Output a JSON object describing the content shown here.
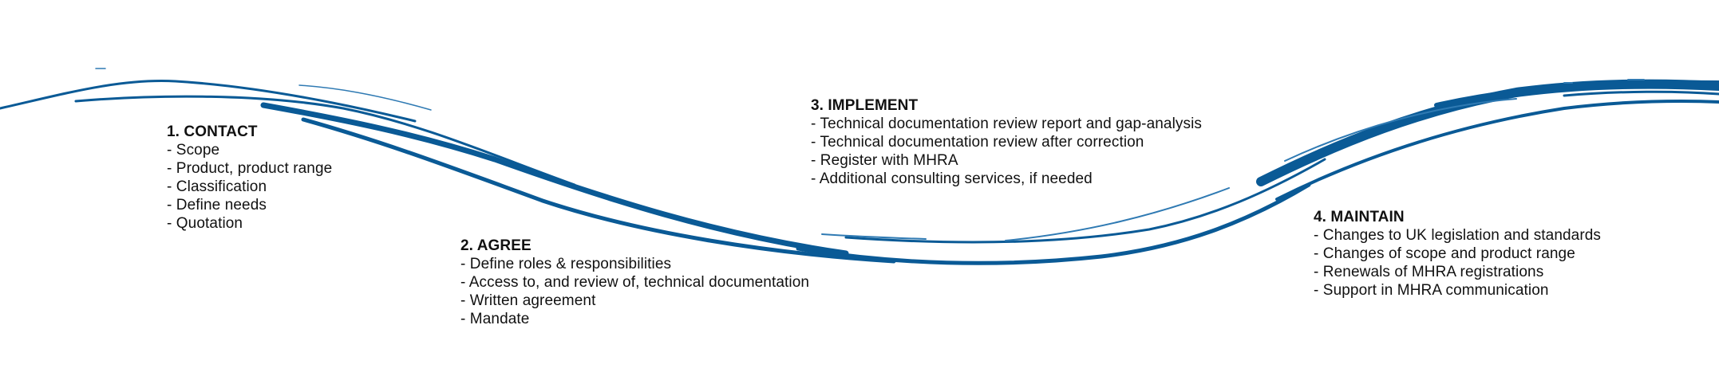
{
  "colors": {
    "wave": "#0a5a96",
    "wave_light": "#2f7ab3",
    "text": "#111111"
  },
  "steps": [
    {
      "title": "1. CONTACT",
      "items": [
        "- Scope",
        "- Product, product range",
        "- Classification",
        "- Define needs",
        "- Quotation"
      ]
    },
    {
      "title": "2. AGREE",
      "items": [
        "- Define roles & responsibilities",
        "- Access to, and review of, technical documentation",
        "- Written agreement",
        "- Mandate"
      ]
    },
    {
      "title": "3. IMPLEMENT",
      "items": [
        "- Technical documentation review report and gap-analysis",
        "- Technical documentation review after correction",
        "- Register with MHRA",
        "- Additional consulting services, if needed"
      ]
    },
    {
      "title": "4. MAINTAIN",
      "items": [
        "- Changes to UK legislation and standards",
        "- Changes of scope and product range",
        "- Renewals of MHRA registrations",
        "- Support in MHRA communication"
      ]
    }
  ]
}
